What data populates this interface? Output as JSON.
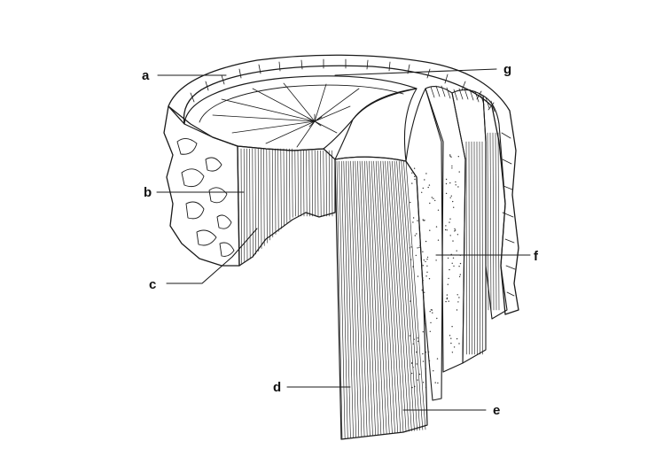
{
  "diagram": {
    "labels": [
      {
        "id": "a",
        "text": "a"
      },
      {
        "id": "b",
        "text": "b"
      },
      {
        "id": "c",
        "text": "c"
      },
      {
        "id": "d",
        "text": "d"
      },
      {
        "id": "e",
        "text": "e"
      },
      {
        "id": "f",
        "text": "f"
      },
      {
        "id": "g",
        "text": "g"
      }
    ]
  }
}
